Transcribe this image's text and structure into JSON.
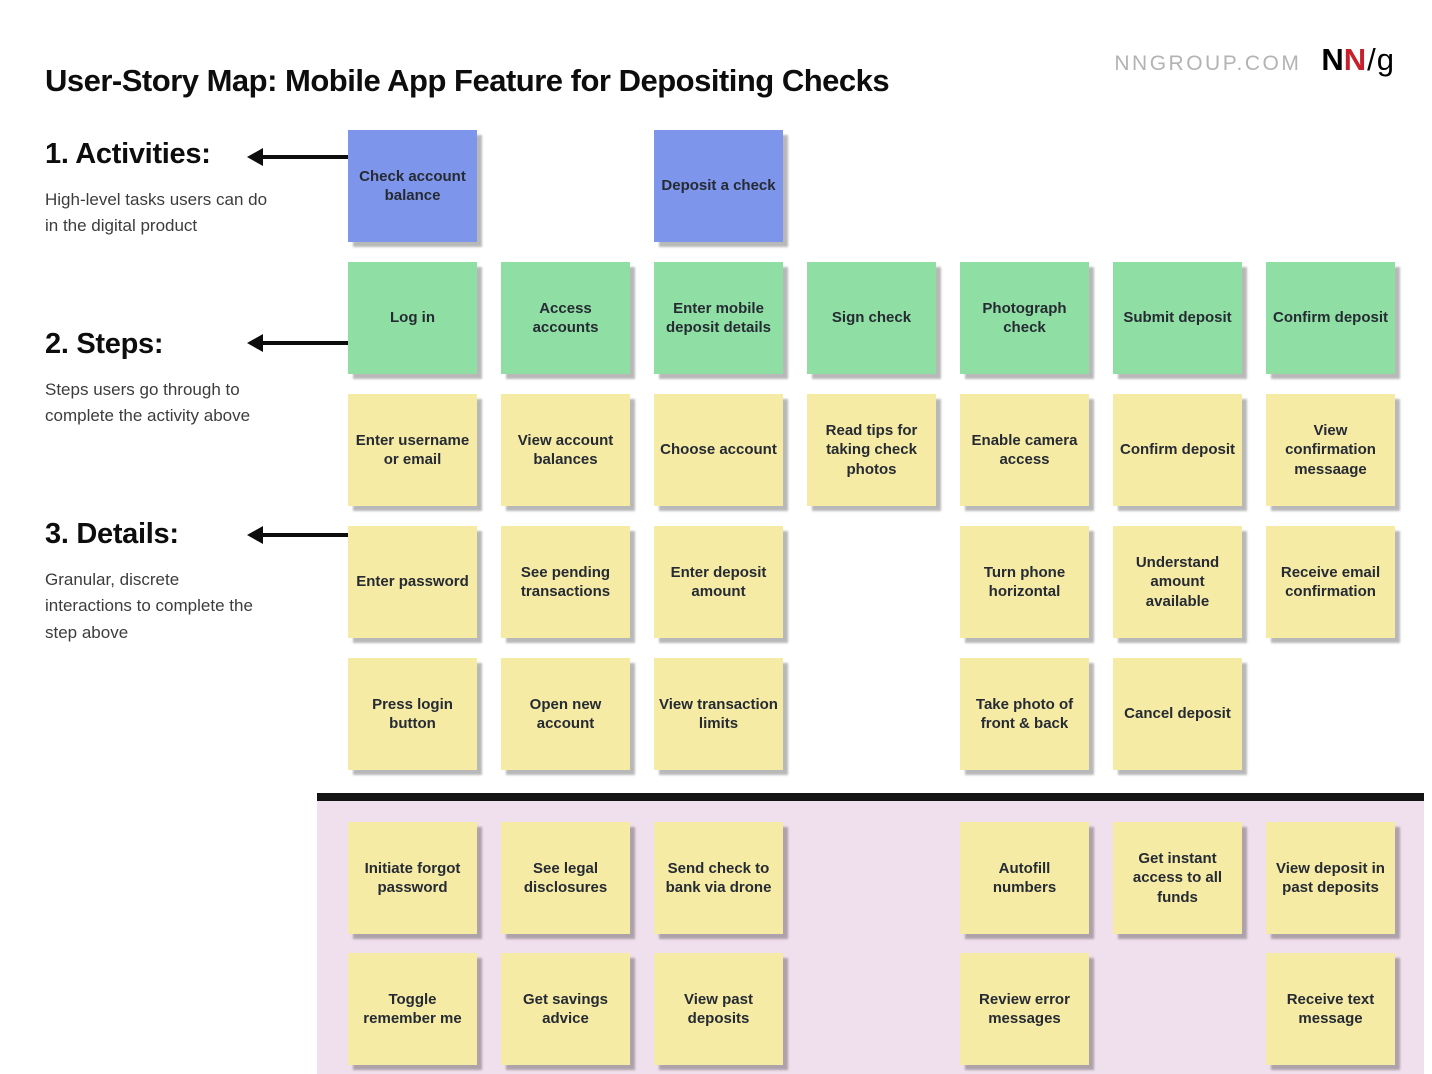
{
  "header": {
    "title": "User-Story Map: Mobile App Feature for Depositing Checks",
    "site": "NNGROUP.COM",
    "logo_n1": "N",
    "logo_n2": "N",
    "logo_slash": "/",
    "logo_g": "g"
  },
  "legend": {
    "activities": {
      "heading": "1. Activities:",
      "description": "High-level tasks users can do in the digital product"
    },
    "steps": {
      "heading": "2. Steps:",
      "description": "Steps users go through to complete the activity above"
    },
    "details": {
      "heading": "3. Details:",
      "description": "Granular, discrete interactions to complete the step above"
    }
  },
  "colors": {
    "activity_note": "#7d95ea",
    "step_note": "#8fdfa4",
    "detail_note": "#f5eba5",
    "off_map_background": "#f0dfec",
    "divider": "#141414",
    "logo_red": "#c8202a",
    "site_gray": "#b3b3b3"
  },
  "map": {
    "columns": 7,
    "rows": [
      {
        "type": "activity",
        "cells": [
          "Check account balance",
          null,
          "Deposit a check",
          null,
          null,
          null,
          null
        ]
      },
      {
        "type": "step",
        "cells": [
          "Log in",
          "Access accounts",
          "Enter mobile deposit details",
          "Sign check",
          "Photograph check",
          "Submit deposit",
          "Confirm deposit"
        ]
      },
      {
        "type": "detail",
        "cells": [
          "Enter username or email",
          "View account balances",
          "Choose account",
          "Read tips for taking check photos",
          "Enable camera access",
          "Confirm deposit",
          "View confirmation messaage"
        ]
      },
      {
        "type": "detail",
        "cells": [
          "Enter password",
          "See pending transactions",
          "Enter deposit amount",
          null,
          "Turn phone horizontal",
          "Understand amount available",
          "Receive email confirmation"
        ]
      },
      {
        "type": "detail",
        "cells": [
          "Press login button",
          "Open new account",
          "View transaction limits",
          null,
          "Take photo of front & back",
          "Cancel deposit",
          null
        ]
      }
    ],
    "below_divider_rows": [
      {
        "type": "detail",
        "cells": [
          "Initiate forgot password",
          "See legal disclosures",
          "Send check to bank via drone",
          null,
          "Autofill numbers",
          "Get instant access to all funds",
          "View deposit in past deposits"
        ]
      },
      {
        "type": "detail",
        "cells": [
          "Toggle remember me",
          "Get savings advice",
          "View past deposits",
          null,
          "Review error messages",
          null,
          "Receive text message"
        ]
      }
    ]
  }
}
